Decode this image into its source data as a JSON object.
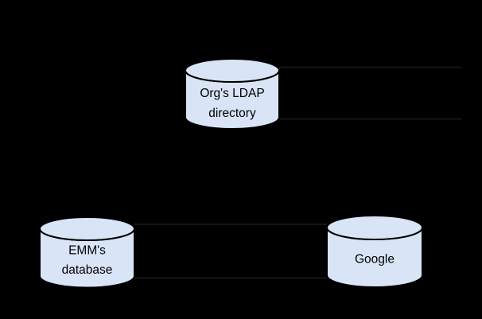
{
  "diagram": {
    "background_color": "#000000",
    "node_fill": "#d9e4f7",
    "node_stroke": "#000000",
    "node_text_color": "#000000",
    "edge_color": "#161616",
    "nodes": [
      {
        "id": "org-ldap-directory",
        "shape": "database-cylinder",
        "lines": [
          "Org's LDAP",
          "directory"
        ]
      },
      {
        "id": "emm-database",
        "shape": "database-cylinder",
        "lines": [
          "EMM's",
          "database"
        ]
      },
      {
        "id": "google",
        "shape": "database-cylinder",
        "lines": [
          "Google"
        ]
      }
    ],
    "edges": [
      {
        "id": "ldap-right-upper",
        "from": "org-ldap-directory",
        "to": "offscreen-right",
        "style": "faint"
      },
      {
        "id": "ldap-right-lower",
        "from": "org-ldap-directory",
        "to": "offscreen-right",
        "style": "faint"
      },
      {
        "id": "emm-google-upper",
        "from": "emm-database",
        "to": "google",
        "style": "faint"
      },
      {
        "id": "emm-google-lower",
        "from": "emm-database",
        "to": "google",
        "style": "faint"
      }
    ]
  }
}
